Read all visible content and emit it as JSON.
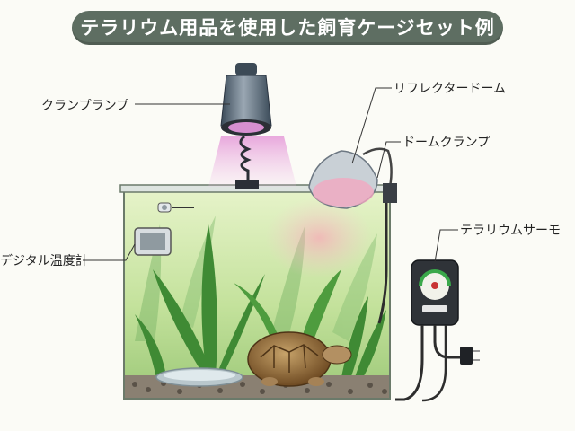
{
  "title": "テラリウム用品を使用した飼育ケージセット例",
  "labels": {
    "clamp_lamp": "クランプランプ",
    "reflector_dome": "リフレクタードーム",
    "dome_clamp": "ドームクランプ",
    "terrarium_thermo": "テラリウムサーモ",
    "digital_thermometer": "デジタル温度計"
  },
  "colors": {
    "title_bg": "#5e6e62",
    "title_text": "#ffffff",
    "leader_line": "#333333",
    "cage_bg": "#c8e6a3"
  }
}
